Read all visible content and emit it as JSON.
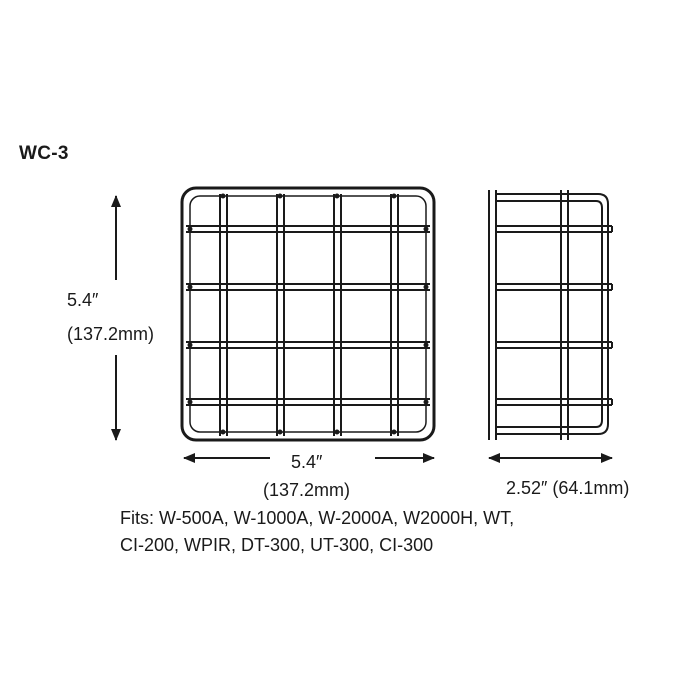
{
  "model": "WC-3",
  "height": {
    "value": "5.4″",
    "metric": "(137.2mm)"
  },
  "width": {
    "value": "5.4″",
    "metric": "(137.2mm)"
  },
  "depth": {
    "label": "2.52″ (64.1mm)"
  },
  "fits": {
    "line1": "Fits:  W-500A, W-1000A, W-2000A, W2000H, WT,",
    "line2": "CI-200, WPIR, DT-300, UT-300, CI-300"
  },
  "colors": {
    "line": "#1a1a1a",
    "background": "#ffffff"
  }
}
